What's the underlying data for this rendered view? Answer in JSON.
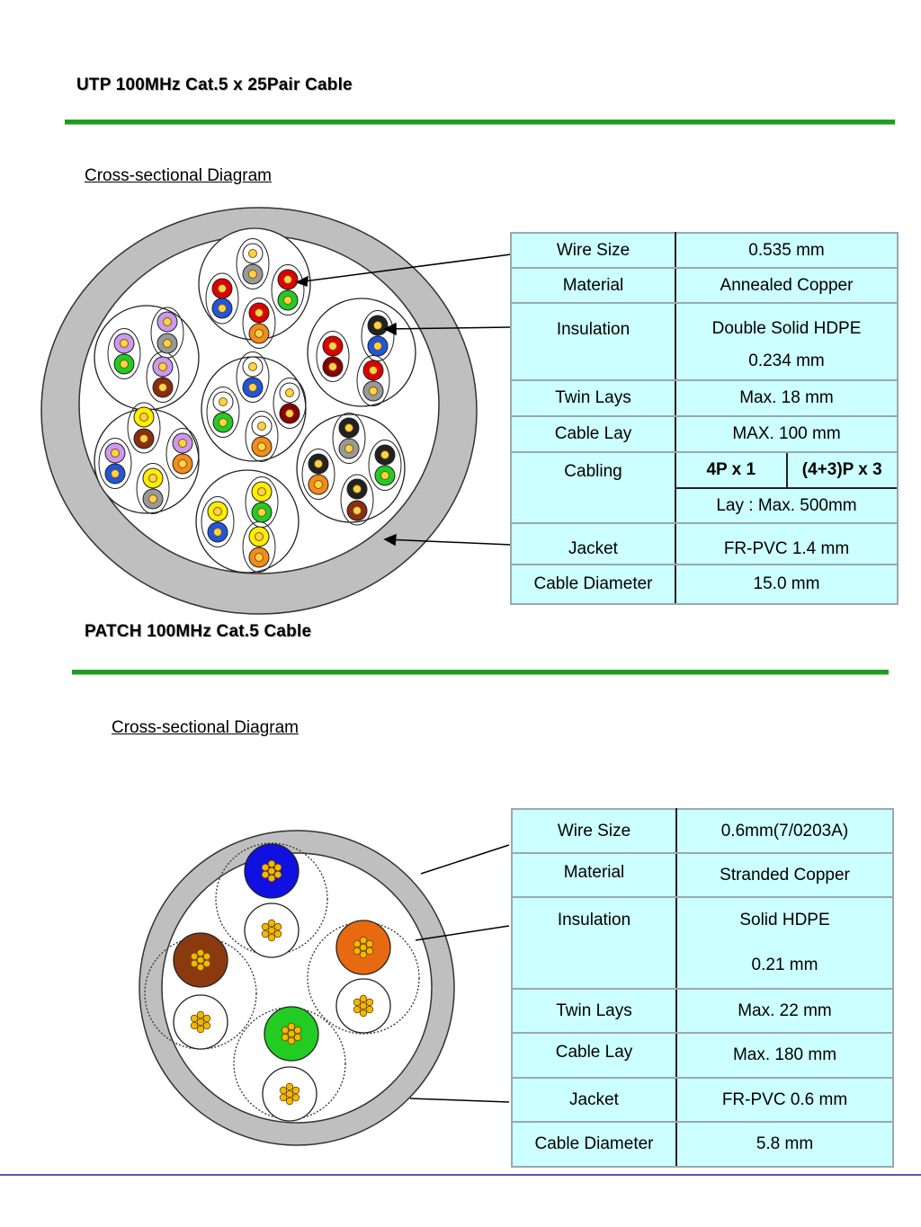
{
  "section1": {
    "title": "UTP 100MHz Cat.5 x 25Pair Cable",
    "subtitle": "Cross-sectional Diagram",
    "specs": [
      {
        "label": "Wire Size",
        "value": "0.535 mm"
      },
      {
        "label": "Material",
        "value": "Annealed Copper"
      },
      {
        "label": "Insulation",
        "value": "Double Solid HDPE",
        "value2": "0.234 mm"
      },
      {
        "label": "Twin Lays",
        "value": "Max. 18 mm"
      },
      {
        "label": "Cable Lay",
        "value": "MAX. 100 mm"
      },
      {
        "label": "Cabling",
        "value_a": "4P x 1",
        "value_b": "(4+3)P x 3",
        "value2": "Lay :  Max. 500mm"
      },
      {
        "label": "Jacket",
        "value": "FR-PVC  1.4 mm"
      },
      {
        "label": "Cable Diameter",
        "value": "15.0 mm"
      }
    ],
    "colors": {
      "jacket": "#bfbfbf",
      "core": "#ffffff"
    }
  },
  "section2": {
    "title": "PATCH 100MHz Cat.5 Cable",
    "subtitle": "Cross-sectional Diagram",
    "specs": [
      {
        "label": "Wire Size",
        "value": "0.6mm(7/0203A)"
      },
      {
        "label": "Material",
        "value": "Stranded Copper"
      },
      {
        "label": "Insulation",
        "value": "Solid HDPE",
        "value2": "0.21 mm"
      },
      {
        "label": "Twin Lays",
        "value": "Max. 22 mm"
      },
      {
        "label": "Cable Lay",
        "value": "Max. 180 mm"
      },
      {
        "label": "Jacket",
        "value": "FR-PVC  0.6 mm"
      },
      {
        "label": "Cable Diameter",
        "value": "5.8 mm"
      }
    ],
    "pair_colors": [
      "#1010e0",
      "#e86a10",
      "#8b3a10",
      "#22cc22"
    ]
  },
  "accent": {
    "rule_green": "#1e9e1e",
    "table_bg": "#ccffff"
  }
}
